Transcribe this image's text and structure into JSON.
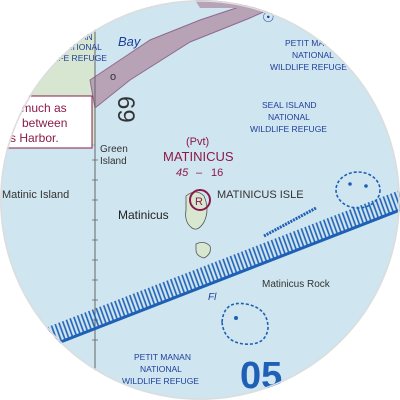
{
  "colors": {
    "water": "#cfe5f0",
    "land": "#d8e7d0",
    "restricted": "#b8a2b6",
    "restricted_border": "#8e6a8e",
    "airway_blue": "#1e60b5",
    "refuge_text": "#1e3f9a",
    "airport_magenta": "#8b1a4a",
    "text_dark": "#333333",
    "note_red": "#8b1a4a"
  },
  "labels": {
    "bay": "Bay",
    "refuge_top_left": [
      "MANAN",
      "NATIONAL",
      "WILDLIFE REFUGE"
    ],
    "refuge_top_right": [
      "PETIT MANAN",
      "NATIONAL",
      "WILDLIFE REFUGE"
    ],
    "seal_island": [
      "SEAL ISLAND",
      "NATIONAL",
      "WILDLIFE REFUGE"
    ],
    "green_island": [
      "Green",
      "Island"
    ],
    "matinic_island": "Matinic Island",
    "matinicus_town": "Matinicus",
    "matinicus_isle": "MATINICUS ISLE",
    "matinicus_rock": "Matinicus Rock",
    "fl_marker": "Fl",
    "refuge_bottom": [
      "PETIT MANAN",
      "NATIONAL",
      "WILDLIFE REFUGE"
    ],
    "heading_05": "05",
    "note_box": [
      "s much as",
      "between",
      "s Harbor."
    ]
  },
  "airport": {
    "pvt": "(Pvt)",
    "name": "MATINICUS",
    "elevation": "45",
    "separator": "–",
    "runway_length": "16",
    "symbol_letter": "R"
  },
  "altitude_marker": {
    "value": "69",
    "degree": "o"
  },
  "icons": [
    "airport-private-icon",
    "obstacle-circle-icon",
    "lighthouse-flash-icon"
  ]
}
